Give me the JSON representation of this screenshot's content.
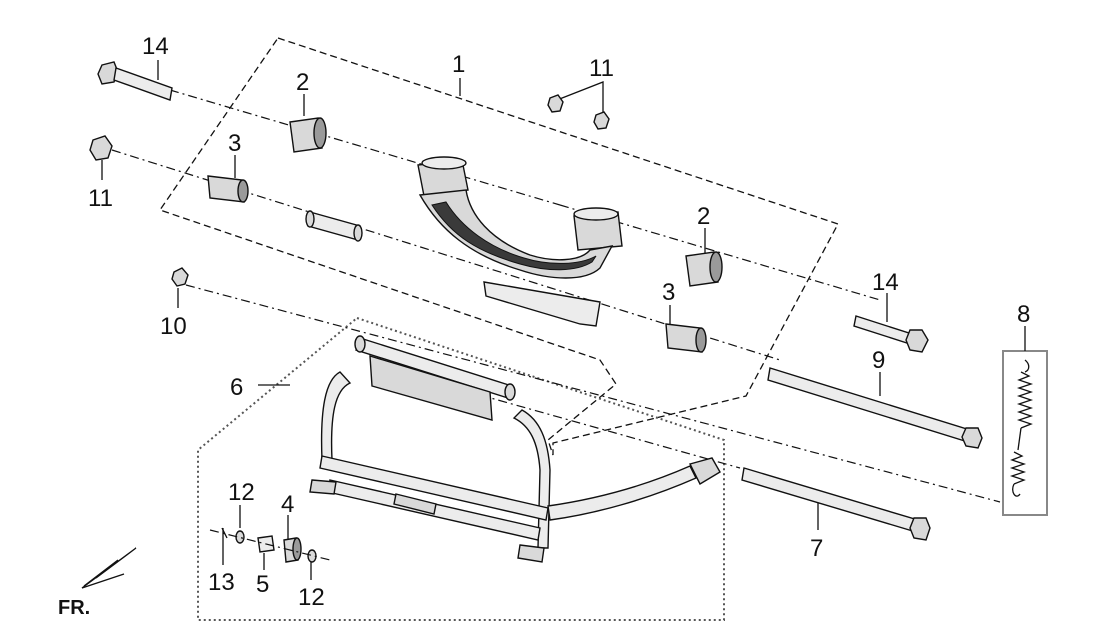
{
  "callouts": {
    "c1": "1",
    "c2a": "2",
    "c2b": "2",
    "c3a": "3",
    "c3b": "3",
    "c4": "4",
    "c5": "5",
    "c6": "6",
    "c7": "7",
    "c8": "8",
    "c9": "9",
    "c10": "10",
    "c11a": "11",
    "c11b": "11",
    "c12a": "12",
    "c12b": "12",
    "c13": "13",
    "c14a": "14",
    "c14b": "14"
  },
  "direction_label": "FR."
}
